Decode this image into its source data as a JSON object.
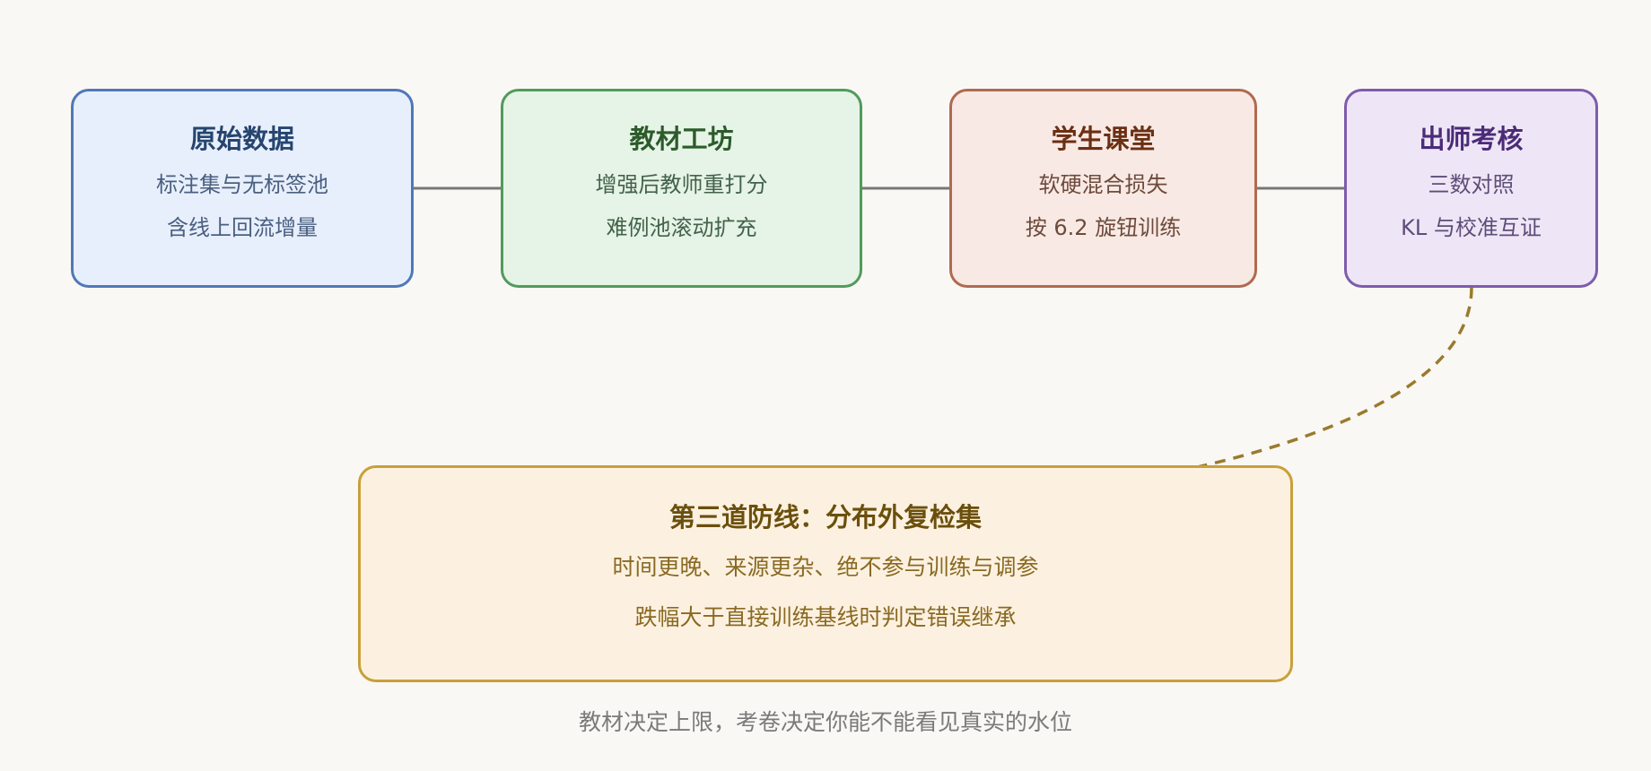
{
  "stages": [
    {
      "title": "原始数据",
      "lines": [
        "标注集与无标签池",
        "含线上回流增量"
      ]
    },
    {
      "title": "教材工坊",
      "lines": [
        "增强后教师重打分",
        "难例池滚动扩充"
      ]
    },
    {
      "title": "学生课堂",
      "lines": [
        "软硬混合损失",
        "按 6.2 旋钮训练"
      ]
    },
    {
      "title": "出师考核",
      "lines": [
        "三数对照",
        "KL 与校准互证"
      ]
    }
  ],
  "defense": {
    "title": "第三道防线：分布外复检集",
    "lines": [
      "时间更晚、来源更杂、绝不参与训练与调参",
      "跌幅大于直接训练基线时判定错误继承"
    ]
  },
  "caption": "教材决定上限，考卷决定你能不能看见真实的水位",
  "colors": {
    "background": "#faf8f4",
    "connector": "#777777",
    "dashed_link": "#9a7a2e",
    "stage_borders": [
      "#5078b8",
      "#529a5c",
      "#b06a50",
      "#7d5cad"
    ],
    "defense_border": "#c8a03a"
  }
}
